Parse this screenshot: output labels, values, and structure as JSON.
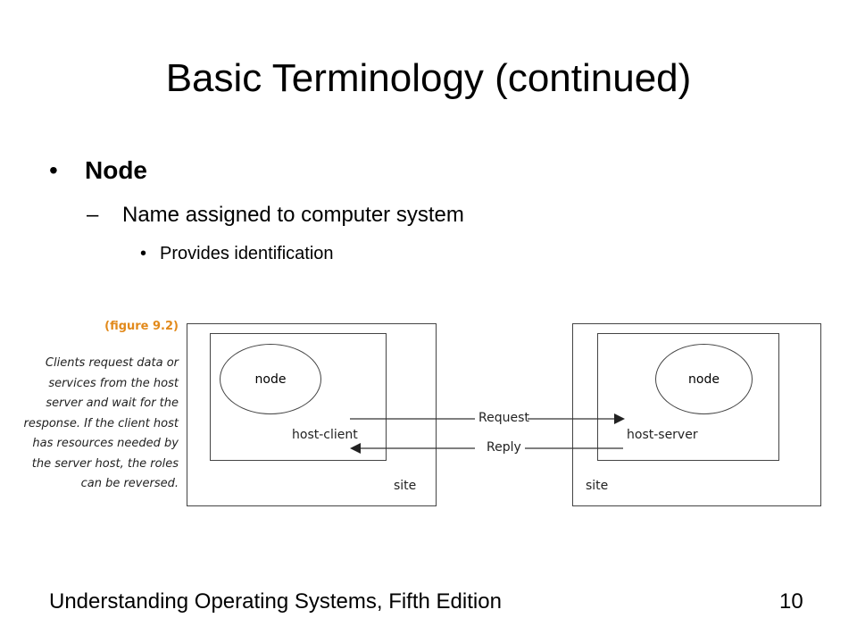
{
  "slide": {
    "title": "Basic Terminology (continued)",
    "bullets": {
      "level1": "Node",
      "level2": "Name assigned to computer system",
      "level3": "Provides identification"
    }
  },
  "figure": {
    "label": "(figure 9.2)",
    "caption": [
      "Clients request data or",
      "services from the host",
      "server and wait for the",
      "response. If the client host",
      "has resources needed by",
      "the server host, the roles",
      "can be reversed."
    ],
    "left_site": {
      "node": "node",
      "host": "host-client",
      "site": "site"
    },
    "right_site": {
      "node": "node",
      "host": "host-server",
      "site": "site"
    },
    "arrows": {
      "request": "Request",
      "reply": "Reply"
    },
    "accent_color": "#e28a1c"
  },
  "footer": {
    "book": "Understanding Operating Systems, Fifth Edition",
    "page": "10"
  }
}
